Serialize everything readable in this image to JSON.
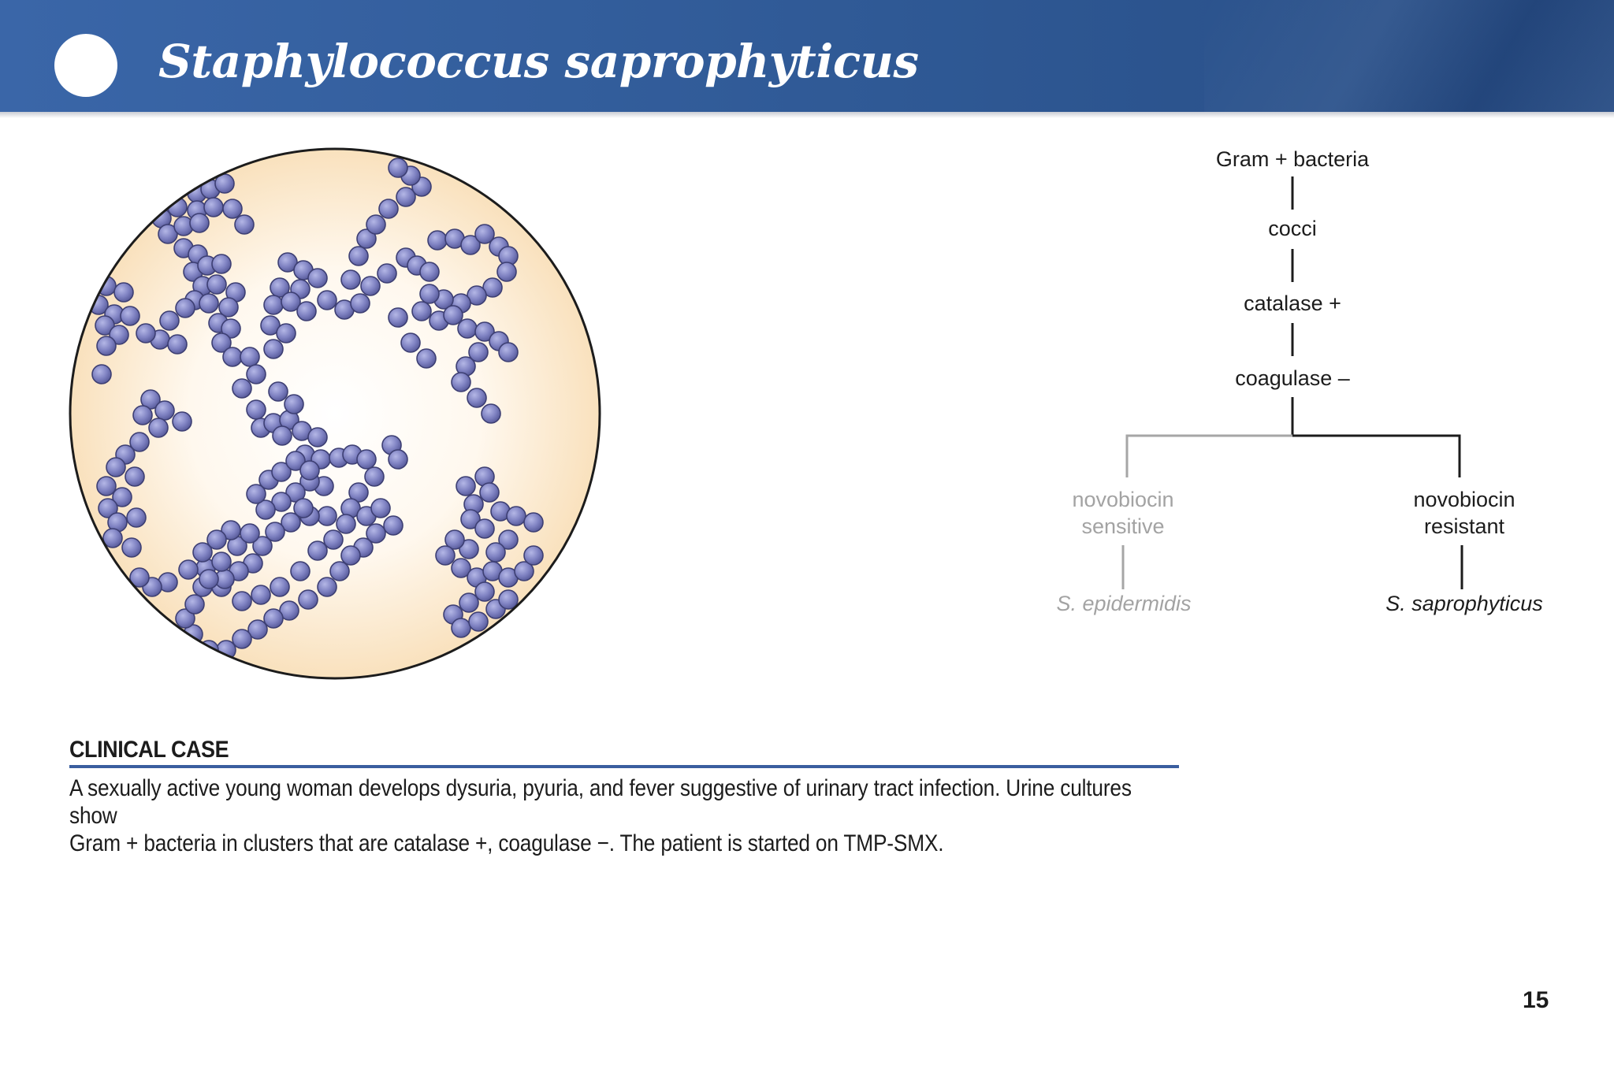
{
  "header": {
    "title": "Staphylococcus saprophyticus"
  },
  "flowchart": {
    "root": "Gram + bacteria",
    "step2": "cocci",
    "step3": "catalase +",
    "step4": "coagulase –",
    "left_branch": {
      "line1": "novobiocin",
      "line2": "sensitive",
      "result": "S. epidermidis"
    },
    "right_branch": {
      "line1": "novobiocin",
      "line2": "resistant",
      "result": "S. saprophyticus"
    }
  },
  "clinical_case": {
    "heading": "CLINICAL CASE",
    "line1": "A sexually active young woman develops dysuria, pyuria, and fever suggestive of urinary tract infection. Urine cultures show",
    "line2": "Gram + bacteria in clusters that are catalase +, coagulase −. The patient is started on TMP-SMX."
  },
  "page_number": "15",
  "colors": {
    "header_blue": "#2f5995",
    "coccus_fill": "#7c7fc0",
    "field_tint": "#fbe7c8",
    "rule_blue": "#3a5e9f"
  }
}
